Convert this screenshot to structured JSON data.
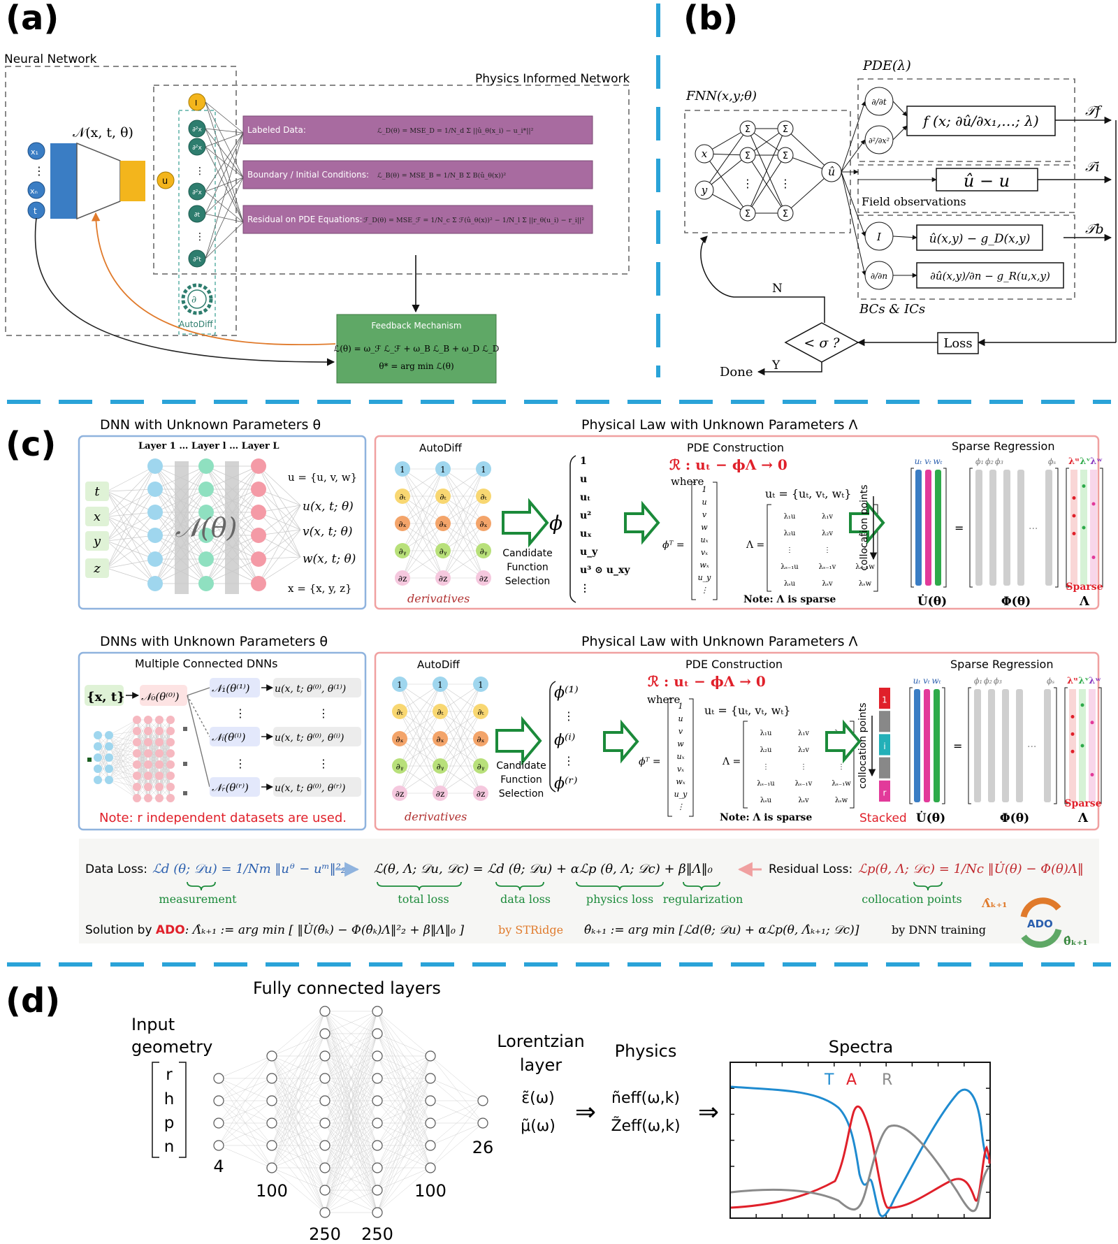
{
  "panels": {
    "a": {
      "label": "(a)",
      "neural_network_title": "Neural Network",
      "pinn_title": "Physics Informed Network",
      "network_func": "𝒩(x, t, θ)",
      "inputs": [
        "x₁",
        "⋮",
        "xₙ",
        "t"
      ],
      "output": "u",
      "derivs": [
        "I",
        "∂²x",
        "∂²x",
        "⋮",
        "∂²x",
        "∂t",
        "⋮",
        "∂²t"
      ],
      "autodiff": "AutoDiff",
      "rows": [
        {
          "label": "Labeled Data:",
          "formula": "ℒ_D(θ) = MSE_D = 1/N_d Σ ||û_θ(x_i) − u_i*||²"
        },
        {
          "label": "Boundary / Initial Conditions:",
          "formula": "ℒ_B(θ) = MSE_B = 1/N_B Σ B(û_θ(x))²"
        },
        {
          "label": "Residual on PDE Equations:",
          "formula": "ℱ_D(θ) = MSE_ℱ = 1/N_c Σ ℱ(û_θ(x))² − 1/N_l Σ ||r_θ(u_i) − r_i||²"
        }
      ],
      "feedback_title": "Feedback Mechanism",
      "feedback_loss": "ℒ(θ) = ω_ℱ ℒ_ℱ + ω_B ℒ_B + ω_D ℒ_D",
      "feedback_argmin": "θ* = arg min ℒ(θ)"
    },
    "b": {
      "label": "(b)",
      "pde": "PDE(λ)",
      "fnn": "FNN(x,y;θ)",
      "inputs": [
        "x",
        "y"
      ],
      "sigma": "Σ",
      "uhat": "û",
      "op_dt": "∂/∂t",
      "op_dx2": "∂²/∂x²",
      "op_I": "I",
      "op_dn": "∂/∂n",
      "f_box": "f (x; ∂û/∂x₁,…; λ)",
      "obs_box": "û − u",
      "field_obs": "Field observations",
      "bc_box1": "û(x,y) − g_D(x,y)",
      "bc_box2": "∂û(x,y)/∂n − g_R(u,x,y)",
      "bcs": "BCs & ICs",
      "tf": "𝒯f",
      "ti": "𝒯i",
      "tb": "𝒯b",
      "loss": "Loss",
      "cond": "< σ ?",
      "no": "N",
      "yes": "Y",
      "done": "Done"
    },
    "c": {
      "label": "(c)",
      "top": {
        "dnn_title": "DNN with Unknown Parameters θ",
        "law_title": "Physical Law with Unknown Parameters Λ",
        "layers": "Layer 1  … Layer l …  Layer L",
        "inputs": [
          "t",
          "x",
          "y",
          "z"
        ],
        "net": "𝒩(θ)",
        "u_set": "u = {u, v, w}",
        "outs": [
          "u(x, t; θ)",
          "v(x, t; θ)",
          "w(x, t; θ)"
        ],
        "x_set": "x = {x, y, z}",
        "autodiff": "AutoDiff",
        "derivatives": "derivatives",
        "cand1": "Candidate",
        "cand2": "Function",
        "cand3": "Selection",
        "phi": "ϕ",
        "lib": [
          "1",
          "u",
          "uₜ",
          "u²",
          "uₓ",
          "u_y",
          "u³ ⊙ u_xy",
          "⋮"
        ],
        "pde_title": "PDE Construction",
        "pde_eq": "ℛ : uₜ − ϕΛ → 0",
        "where": "where",
        "ut_set": "uₜ = {uₜ, vₜ, wₜ}",
        "note": "Note: Λ is sparse",
        "sparse_title": "Sparse Regression",
        "colloc": "collocation points",
        "sparse": "Sparse",
        "U": "U̇(θ)",
        "Phi": "Φ(θ)",
        "Lam": "Λ"
      },
      "bottom": {
        "dnn_title": "DNNs with Unknown Parameters θ",
        "law_title": "Physical Law with Unknown Parameters Λ",
        "multi": "Multiple Connected  DNNs",
        "in": "{x, t}",
        "n0": "𝒩₀(θ⁽⁰⁾)",
        "branches": [
          "𝒩₁(θ⁽¹⁾)",
          "𝒩ᵢ(θ⁽ⁱ⁾)",
          "𝒩ᵣ(θ⁽ʳ⁾)"
        ],
        "outs": [
          "u(x, t; θ⁽⁰⁾, θ⁽¹⁾)",
          "u(x, t; θ⁽⁰⁾, θ⁽ⁱ⁾)",
          "u(x, t; θ⁽⁰⁾, θ⁽ʳ⁾)"
        ],
        "note": "Note: r independent datasets are used.",
        "phis": [
          "ϕ⁽¹⁾",
          "ϕ⁽ⁱ⁾",
          "ϕ⁽ʳ⁾"
        ],
        "stacked": "Stacked",
        "stack_labels": [
          "1",
          "i",
          "r"
        ]
      },
      "loss": {
        "data_loss": "Data Loss:",
        "data_formula": "ℒd (θ; 𝒟u) = 1/Nm ‖uᶿ − uᵐ‖²₂",
        "total": "ℒ(θ, Λ; 𝒟u, 𝒟c) = ℒd (θ; 𝒟u) + αℒp (θ, Λ; 𝒟c) + β‖Λ‖₀",
        "residual_loss": "Residual Loss:",
        "residual_formula": "ℒp(θ, Λ; 𝒟c) = 1/Nc ‖U̇(θ) − Φ(θ)Λ‖",
        "measurement": "measurement",
        "total_loss": "total loss",
        "data_loss_lbl": "data loss",
        "physics_loss": "physics loss",
        "regularization": "regularization",
        "colloc_points": "collocation points",
        "solution": "Solution by ",
        "ado": "ADO",
        "sol1": ":  Λ̂ₖ₊₁ := arg min [ ‖U̇(θ̂ₖ) − Φ(θ̂ₖ)Λ‖²₂ + β‖Λ‖₀ ]",
        "stridge": "by STRidge",
        "sol2": "θ̂ₖ₊₁ := arg min [ℒd(θ; 𝒟u) + αℒp(θ, Λ̂ₖ₊₁; 𝒟c)]",
        "dnn_training": "by DNN training",
        "lam_k1": "Λ̂ₖ₊₁",
        "theta_k1": "θ̂ₖ₊₁"
      }
    },
    "d": {
      "label": "(d)",
      "fc": "Fully connected layers",
      "input1": "Input",
      "input2": "geometry",
      "geom": [
        "r",
        "h",
        "p",
        "n"
      ],
      "layer_sizes": [
        "4",
        "100",
        "250",
        "250",
        "100",
        "26"
      ],
      "lorentz1": "Lorentzian",
      "lorentz2": "layer",
      "eps": "ε̃(ω)",
      "mu": "μ̃(ω)",
      "physics": "Physics",
      "neff": "ñeff(ω,k)",
      "zeff": "Z̃eff(ω,k)",
      "arrow": "⇒",
      "spectra": "Spectra",
      "legend": [
        {
          "name": "T",
          "color": "#1f8bd0"
        },
        {
          "name": "A",
          "color": "#e0202a"
        },
        {
          "name": "R",
          "color": "#8a8a8a"
        }
      ]
    }
  },
  "colors": {
    "purple": "#a86ba0",
    "green_box": "#5fa866",
    "blue_block": "#3a7dc4",
    "yellow_block": "#f3b51c",
    "teal_node": "#2e7d6e",
    "divider": "#2aa3d8",
    "red_title": "#c0282d"
  }
}
